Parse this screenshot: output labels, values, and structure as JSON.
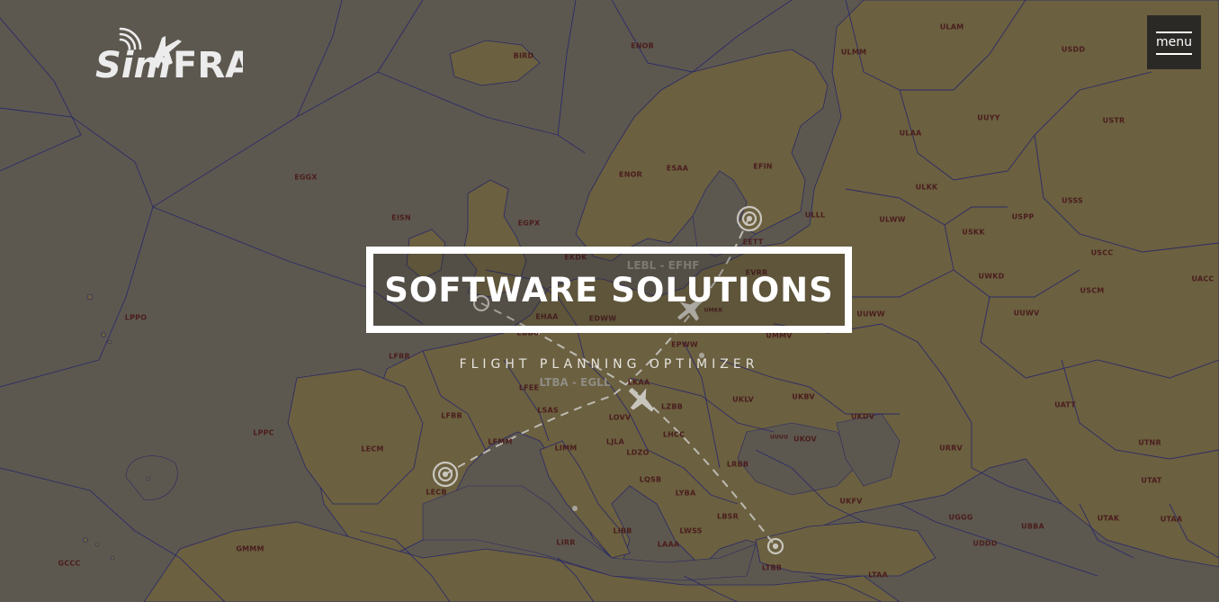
{
  "brand": {
    "logo_text_a": "Sim",
    "logo_text_b": "FRA"
  },
  "menu": {
    "label": "menu"
  },
  "hero": {
    "title": "SOFTWARE SOLUTIONS",
    "subtitle": "FLIGHT PLANNING OPTIMIZER"
  },
  "routes": [
    {
      "label": "LEBL - EFHF"
    },
    {
      "label": "LTBA - EGLL"
    }
  ],
  "map_labels": [
    "BIRD",
    "ENOB",
    "ULMM",
    "ULAM",
    "USDD",
    "UUYY",
    "USTR",
    "ULAA",
    "EFIN",
    "ESAA",
    "ENOR",
    "EGGX",
    "EISN",
    "EGPX",
    "ULLL",
    "ULKK",
    "USSS",
    "ULWW",
    "USKK",
    "USPP",
    "USCC",
    "EETT",
    "EKDK",
    "EVRR",
    "UWKD",
    "USCM",
    "UACC",
    "UMKK",
    "EHAA",
    "EDWW",
    "UUWW",
    "UUWV",
    "LPPO",
    "EBBU",
    "EPWW",
    "UMMV",
    "LFRR",
    "LFEE",
    "LKAA",
    "UKLV",
    "UKBV",
    "UKDV",
    "UATT",
    "LSAS",
    "LOVV",
    "LZBB",
    "LFBB",
    "LHCC",
    "UUUU",
    "UKOV",
    "URRV",
    "UTNR",
    "LPPC",
    "LECM",
    "LFMM",
    "LIMM",
    "LJLA",
    "LDZO",
    "LRBB",
    "UTAT",
    "LECB",
    "LQSB",
    "LYBA",
    "UKFV",
    "LIBB",
    "LBSR",
    "UGGG",
    "UBBA",
    "UTAK",
    "UTAA",
    "GMMM",
    "LIRR",
    "LAAA",
    "LWSS",
    "UDDD",
    "GCCC",
    "LTBB",
    "LTAA"
  ],
  "colors": {
    "ocean": "#5d584f",
    "land": "#6b6040",
    "border": "#24226e",
    "label": "#4a1d1d",
    "route": "#bdbab2",
    "menu_bg": "#2b2926",
    "text": "#ffffff"
  }
}
